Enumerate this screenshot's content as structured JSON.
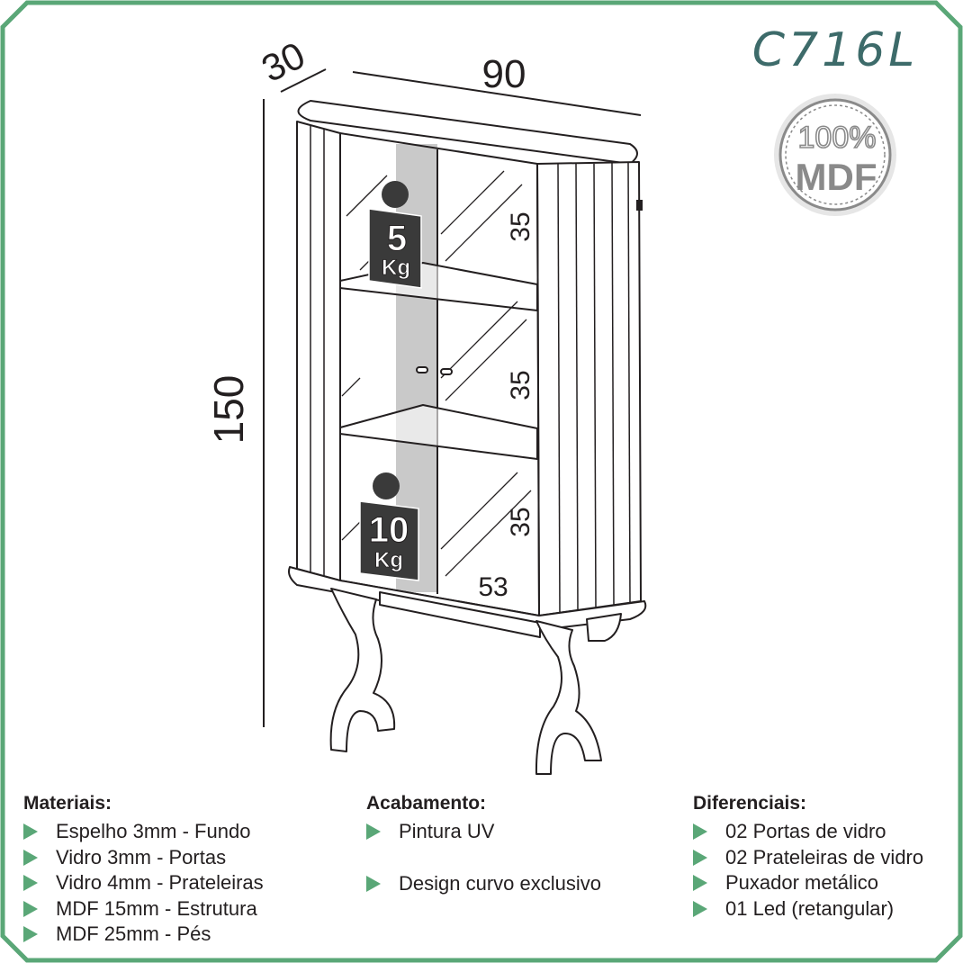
{
  "product_code": "C716L",
  "badge": {
    "top": "100%",
    "bottom": "MDF"
  },
  "dimensions": {
    "depth": "30",
    "width": "90",
    "height": "150",
    "shelf_top": "35",
    "shelf_middle": "35",
    "shelf_bottom": "35",
    "inner_width": "53"
  },
  "weights": {
    "upper": {
      "value": "5",
      "unit": "Kg"
    },
    "lower": {
      "value": "10",
      "unit": "Kg"
    }
  },
  "materiais": {
    "title": "Materiais:",
    "items": [
      "Espelho 3mm - Fundo",
      "Vidro 3mm - Portas",
      "Vidro 4mm - Prateleiras",
      "MDF 15mm - Estrutura",
      "MDF 25mm - Pés"
    ]
  },
  "acabamento": {
    "title": "Acabamento:",
    "items": [
      "Pintura UV",
      "Design curvo exclusivo"
    ]
  },
  "diferenciais": {
    "title": "Diferenciais:",
    "items": [
      "02 Portas de vidro",
      "02 Prateleiras de vidro",
      "Puxador metálico",
      "01 Led (retangular)"
    ]
  },
  "colors": {
    "frame": "#5aa777",
    "code": "#3d6b6a",
    "ink": "#231f20",
    "mirror": "#c9c9c9",
    "badge": "#8a8a8a"
  }
}
